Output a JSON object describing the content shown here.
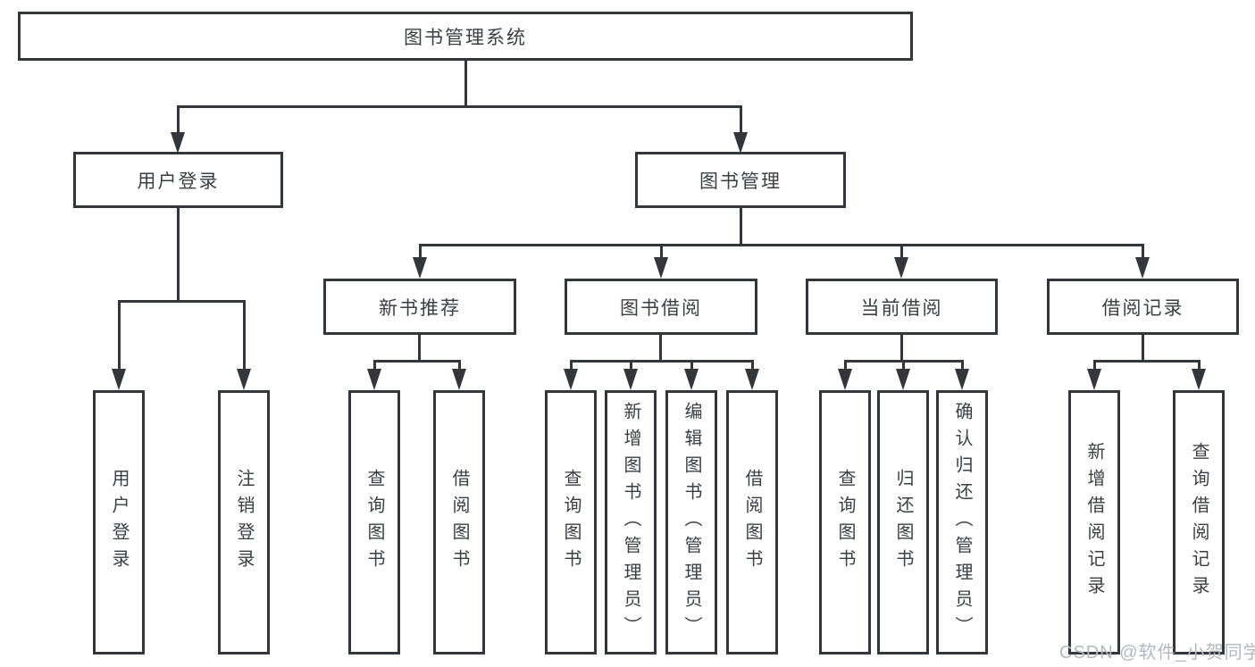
{
  "tree": {
    "root": "图书管理系统",
    "children": [
      {
        "label": "用户登录",
        "leaves": [
          "用户登录",
          "注销登录"
        ]
      },
      {
        "label": "图书管理",
        "children": [
          {
            "label": "新书推荐",
            "leaves": [
              "查询图书",
              "借阅图书"
            ]
          },
          {
            "label": "图书借阅",
            "leaves": [
              "查询图书",
              "新增图书（管理员）",
              "编辑图书（管理员）",
              "借阅图书"
            ]
          },
          {
            "label": "当前借阅",
            "leaves": [
              "查询图书",
              "归还图书",
              "确认归还（管理员）"
            ]
          },
          {
            "label": "借阅记录",
            "leaves": [
              "新增借阅记录",
              "查询借阅记录"
            ]
          }
        ]
      }
    ]
  },
  "colors": {
    "line": "#33363b",
    "text": "#3b3e44",
    "watermark": "#b2b8be",
    "background": "#ffffff"
  },
  "watermark": "CSDN @软件_小贺同学"
}
